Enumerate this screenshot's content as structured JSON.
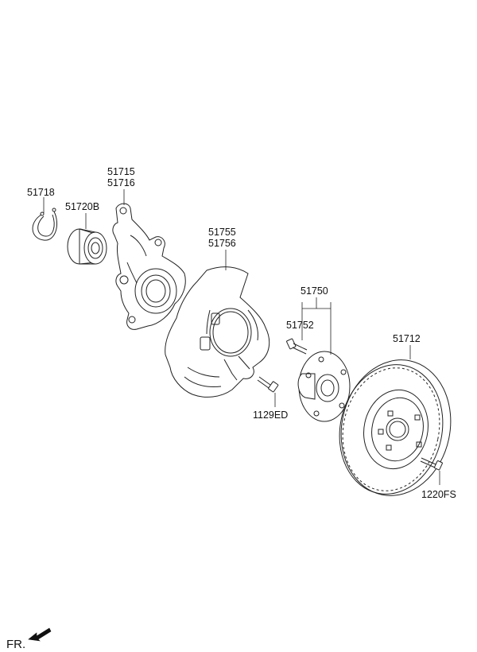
{
  "labels": {
    "snap_ring": "51718",
    "bearing": "51720B",
    "knuckle_a": "51715",
    "knuckle_b": "51716",
    "dust_cover_a": "51755",
    "dust_cover_b": "51756",
    "hub_assy": "51750",
    "hub_bolt": "51752",
    "disc": "51712",
    "cover_bolt": "1129ED",
    "disc_screw": "1220FS",
    "front_marker": "FR."
  }
}
